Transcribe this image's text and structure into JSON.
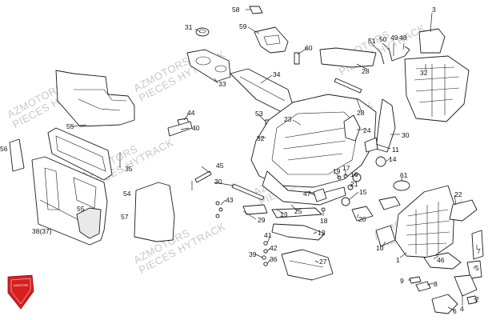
{
  "watermark": {
    "line1": "AZMOTORS",
    "line2": "PIECES HYTRACK",
    "color": "#c8c8c8"
  },
  "logo": {
    "text": "AZMOTORS",
    "color": "#d6201f"
  },
  "callouts": [
    "58",
    "31",
    "59",
    "60",
    "33",
    "34",
    "44",
    "40",
    "53",
    "52",
    "23",
    "51",
    "50",
    "49",
    "48",
    "3",
    "32",
    "28",
    "28",
    "24",
    "30",
    "11",
    "14",
    "61",
    "55",
    "35",
    "56",
    "54",
    "57",
    "38(37)",
    "55",
    "45",
    "30",
    "43",
    "29",
    "13",
    "25",
    "47",
    "19",
    "17",
    "16",
    "21",
    "18",
    "15",
    "20",
    "22",
    "41",
    "42",
    "39",
    "36",
    "12",
    "27",
    "10",
    "1",
    "46",
    "7",
    "5",
    "9",
    "8",
    "4",
    "2",
    "6"
  ]
}
